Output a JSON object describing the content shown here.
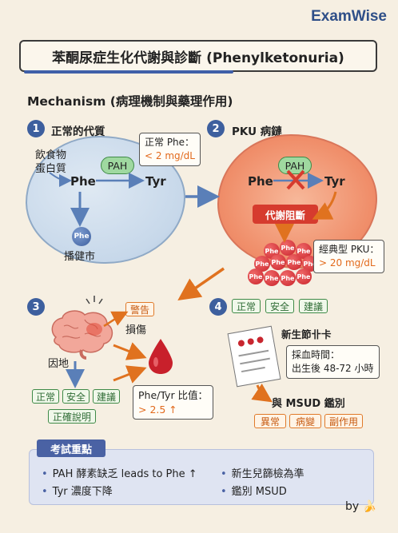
{
  "brand": "ExamWise",
  "title": "苯酮尿症生化代謝與診斷 (Phenylketonuria)",
  "mechanism_title": "Mechanism (病理機制與藥理作用)",
  "step1": {
    "num": "1",
    "label": "正常的代質",
    "food": [
      "飲食物",
      "蛋白質"
    ],
    "phe": "Phe",
    "pah": "PAH",
    "tyr": "Tyr",
    "phe_ball": "Phe",
    "excrete": "播健市",
    "normal_note": [
      "正常 Phe：",
      "< 2 mg/dL"
    ]
  },
  "step2": {
    "num": "2",
    "label": "PKU 病鏈",
    "phe": "Phe",
    "pah": "PAH",
    "tyr": "Tyr",
    "blocked": "代謝阻斷",
    "ball_label": "Phe",
    "classic_note": [
      "經典型 PKU：",
      "> 20 mg/dL"
    ]
  },
  "step3": {
    "num": "3",
    "warning": "警告",
    "damage": "損傷",
    "cause": "因地",
    "tags": [
      "正常",
      "安全",
      "建議"
    ],
    "proper": "正確說明",
    "ratio_note": [
      "Phe/Tyr 比值：",
      "> 2.5 ↑"
    ]
  },
  "step4": {
    "num": "4",
    "tags": [
      "正常",
      "安全",
      "建議"
    ],
    "newborn": "新生節卝卡",
    "sampling": [
      "採血時間：",
      "出生後 48-72 小時"
    ],
    "msud": "與 MSUD 鑑別",
    "diff_tags": [
      "異常",
      "病變",
      "副作用"
    ]
  },
  "summary": {
    "title": "考試重點",
    "items": [
      "PAH 酵素缺乏 leads to Phe ↑",
      "新生兒篩檢為準",
      "Tyr 濃度下降",
      "鑑別 MSUD"
    ]
  },
  "byline": "by 🍌",
  "colors": {
    "accent": "#3d5f9e",
    "arrow_orange": "#e0721f",
    "arrow_blue": "#5a7fb8",
    "red": "#d63b2e",
    "green": "#3f8a47"
  }
}
